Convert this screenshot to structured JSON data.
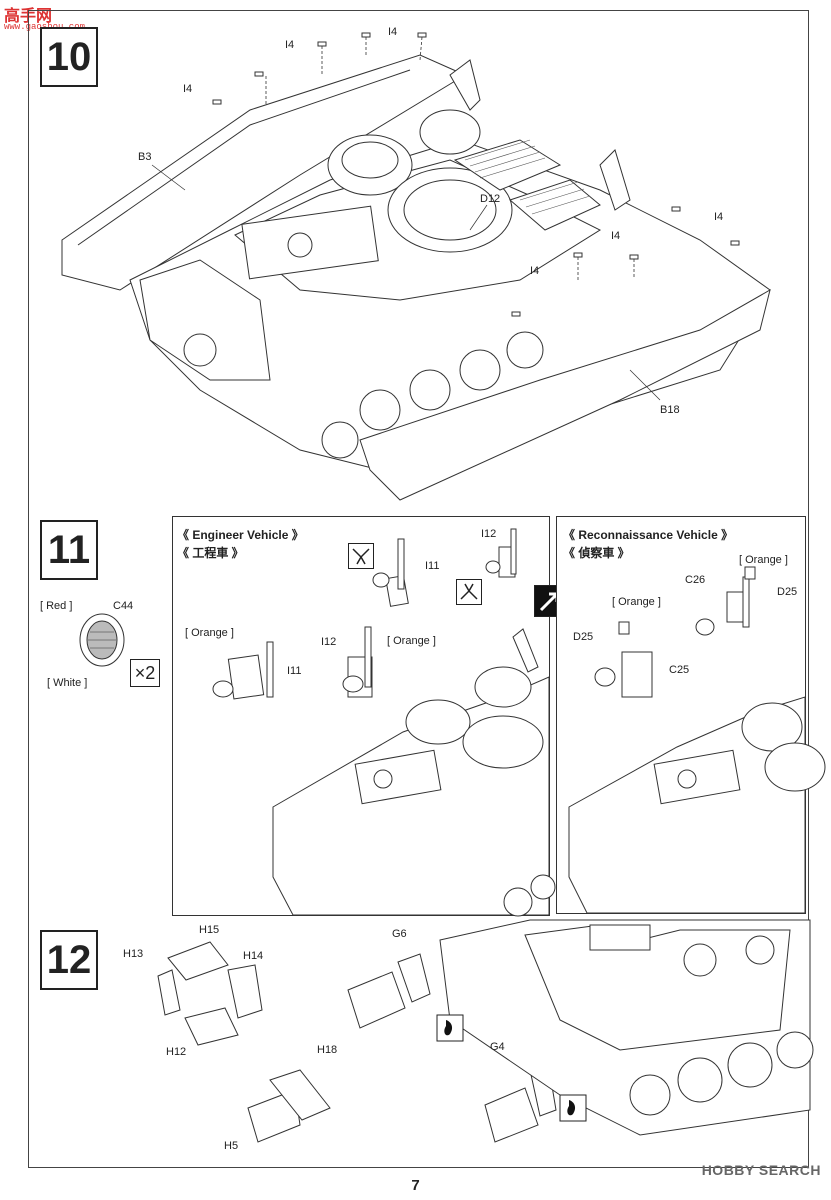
{
  "watermark": {
    "site": "高手网",
    "url": "www.gaoshou.com"
  },
  "steps": {
    "s10": {
      "num": "10",
      "labels": {
        "i4": "I4",
        "b3": "B3",
        "d12": "D12",
        "b18": "B18"
      }
    },
    "s11": {
      "num": "11",
      "c44": "C44",
      "red": "[ Red ]",
      "white": "[ White ]",
      "multiplier": "×2",
      "engineer": {
        "title_en": "《 Engineer Vehicle 》",
        "title_zh": "《 工程車 》",
        "i11": "I11",
        "i12": "I12",
        "orange": "[ Orange ]"
      },
      "recon": {
        "title_en": "《 Reconnaissance Vehicle 》",
        "title_zh": "《 偵察車 》",
        "orange": "[ Orange ]",
        "c26": "C26",
        "c25": "C25",
        "d25": "D25"
      }
    },
    "s12": {
      "num": "12",
      "labels": {
        "h15": "H15",
        "h13": "H13",
        "h14": "H14",
        "h12": "H12",
        "h18": "H18",
        "h5": "H5",
        "g6": "G6",
        "g4": "G4"
      }
    }
  },
  "footer": {
    "page": "7",
    "brand": "HOBBY SEARCH"
  }
}
